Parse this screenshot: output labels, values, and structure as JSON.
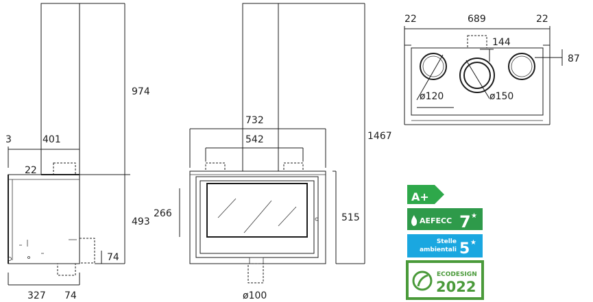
{
  "dimensions": {
    "side_top_offset": "3",
    "side_width_upper": "401",
    "side_flue_offset": "22",
    "side_chimney_height": "974",
    "side_body_height": "493",
    "side_base_height": "74",
    "side_depth": "327",
    "side_depth_extra": "74",
    "front_outer_width": "732",
    "front_inner_width": "542",
    "front_total_height": "1467",
    "front_glass_height": "266",
    "front_body_height": "515",
    "front_air_inlet": "ø100",
    "top_left_margin": "22",
    "top_width": "689",
    "top_right_margin": "22",
    "top_flue_offset": "144",
    "top_side_offset": "87",
    "top_small_flue": "ø120",
    "top_main_flue": "ø150"
  },
  "badges": {
    "energy_class": "A+",
    "aefecc_label": "AEFECC",
    "aefecc_stars": "7",
    "stelle_label_line1": "Stelle",
    "stelle_label_line2": "ambientali",
    "stelle_stars": "5",
    "ecodesign_label": "ECODESIGN",
    "ecodesign_year": "2022"
  },
  "colors": {
    "energy_green": "#2ea84a",
    "aefecc_green": "#2e9a4a",
    "stelle_blue": "#1aa7e0",
    "ecodesign_green": "#4a9a3a",
    "line": "#1a1a1a"
  }
}
